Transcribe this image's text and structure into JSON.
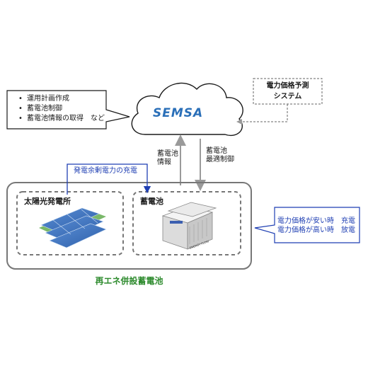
{
  "cloud": {
    "logo_text": "SEMSA"
  },
  "left_bubble": {
    "items": [
      "運用計画作成",
      "蓄電池制御",
      "蓄電池情報の取得　など"
    ]
  },
  "forecast_box": {
    "line1": "電力価格予測",
    "line2": "システム"
  },
  "arrows": {
    "battery_info": {
      "line1": "蓄電池",
      "line2": "情報"
    },
    "battery_control": {
      "line1": "蓄電池",
      "line2": "最適制御"
    },
    "surplus_charge": "発電余剰電力の充電"
  },
  "solar": {
    "title": "太陽光発電所"
  },
  "battery": {
    "title": "蓄電池",
    "container_label": "ENERGY FLOW"
  },
  "right_bubble": {
    "line1": "電力価格が安い時　充電",
    "line2": "電力価格が高い時　放電"
  },
  "facility_label": "再エネ併設蓄電池",
  "colors": {
    "accent_blue": "#1f3fb3",
    "green_label": "#2e8b2e",
    "gray_border": "#777777",
    "logo_blue": "#2a6fb8"
  }
}
